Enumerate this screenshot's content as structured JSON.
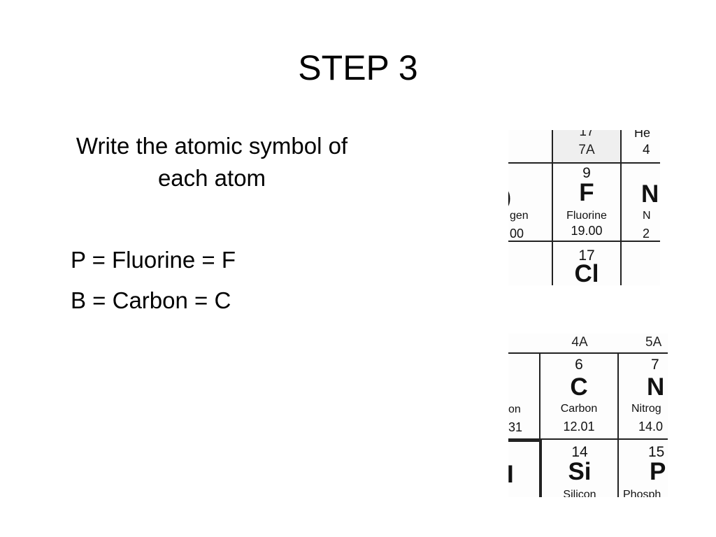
{
  "slide": {
    "title": "STEP 3",
    "instruction": "Write the atomic symbol of each atom",
    "equations": [
      "P = Fluorine = F",
      "B = Carbon = C"
    ]
  },
  "table_crop_top": {
    "group_number": "17",
    "group_label": "7A",
    "element": {
      "number": "9",
      "symbol": "F",
      "name": "Fluorine",
      "mass": "19.00"
    },
    "next_number": "17",
    "next_symbol": "Cl"
  },
  "table_crop_bottom": {
    "col1_group": "4A",
    "col2_group": "5A",
    "carbon": {
      "number": "6",
      "symbol": "C",
      "name": "Carbon",
      "mass": "12.01"
    },
    "nitrogen": {
      "number": "7",
      "symbol": "N",
      "name": "Nitrog",
      "mass": "14.0"
    },
    "silicon": {
      "number": "14",
      "symbol": "Si",
      "name": "Silicon"
    },
    "phosphorus": {
      "number": "15",
      "symbol": "P",
      "name": "Phosph"
    }
  }
}
